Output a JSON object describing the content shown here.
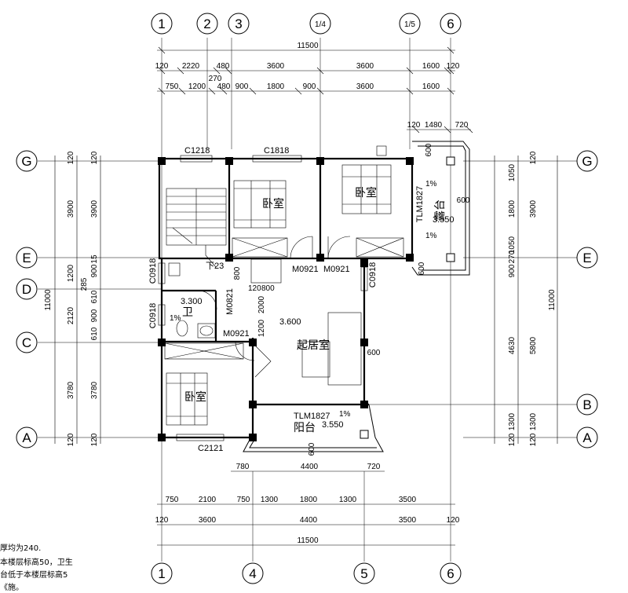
{
  "grid_top": [
    "1",
    "2",
    "3",
    "1/4",
    "1/5",
    "6"
  ],
  "grid_bottom": [
    "1",
    "4",
    "5",
    "6"
  ],
  "grid_left": [
    "G",
    "E",
    "D",
    "C",
    "A"
  ],
  "grid_right": [
    "G",
    "E",
    "B",
    "A"
  ],
  "dims": {
    "top_total": "11500",
    "top_row2": [
      "120",
      "2220",
      "480",
      "3600",
      "3600",
      "1600",
      "120"
    ],
    "top_row2_extra": "270",
    "top_row3": [
      "750",
      "1200",
      "480",
      "900",
      "1800",
      "900",
      "3600",
      "1600"
    ],
    "terrace_top": [
      "120",
      "1480",
      "720"
    ],
    "bottom_balcony": [
      "780",
      "4400",
      "720"
    ],
    "bottom_row1": [
      "750",
      "2100",
      "750",
      "1300",
      "1800",
      "1300",
      "3500"
    ],
    "bottom_row2": [
      "120",
      "3600",
      "4400",
      "3500",
      "120"
    ],
    "bottom_total": "11500",
    "left_outer": "11000",
    "left_mid": [
      "3900",
      "1200",
      "2120",
      "3780"
    ],
    "left_inner": [
      "120",
      "3900",
      "900",
      "285",
      "610",
      "900",
      "610",
      "3780",
      "120"
    ],
    "left_inner_extra": "15",
    "right_outer": "11000",
    "right_mid": [
      "120",
      "3900",
      "5800",
      "120"
    ],
    "right_inner": [
      "1050",
      "1800",
      "1050",
      "900",
      "270",
      "4630",
      "1300",
      "1300",
      "120"
    ],
    "stair_dims": [
      "800",
      "120",
      "800",
      "2000",
      "1200"
    ],
    "terrace_600": "600",
    "balcony_600": "600"
  },
  "labels": {
    "windows": [
      "C1218",
      "C1818",
      "C0918",
      "C0918",
      "C0918",
      "C2121"
    ],
    "doors": [
      "M0921",
      "M0921",
      "M0821",
      "M0921"
    ],
    "tlm_terrace": "TLM1827",
    "tlm_balcony": "TLM1827",
    "stair": "下23",
    "elev_terrace": "3.550",
    "elev_bath": "3.300",
    "elev_living": "3.600",
    "elev_balcony": "3.550",
    "slope": "1%"
  },
  "rooms": {
    "bedroom": "卧室",
    "bath": "卫",
    "living": "起居室",
    "terrace": "露台",
    "balcony": "阳台"
  },
  "notes": [
    "厚均为240.",
    "本楼层标高50，卫生",
    "台低于本楼层标高5",
    "《施。"
  ]
}
